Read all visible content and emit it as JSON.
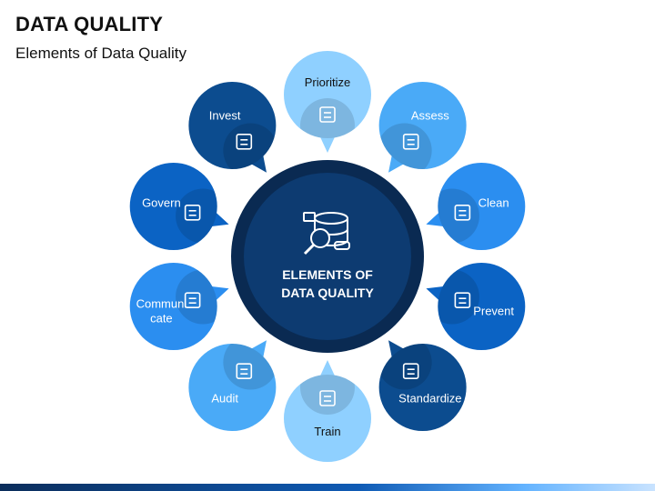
{
  "header": {
    "title": "DATA QUALITY",
    "subtitle": "Elements of Data Quality"
  },
  "center": {
    "line1": "ELEMENTS OF",
    "line2": "DATA QUALITY",
    "icon": "database-search-icon"
  },
  "nodes": [
    {
      "lines": [
        "Prioritize"
      ],
      "icon": "flowchart-icon",
      "color": "#8fd0ff",
      "text_color": "#111111"
    },
    {
      "lines": [
        "Assess"
      ],
      "icon": "checklist-icon",
      "color": "#4aaaf7",
      "text_color": "#ffffff"
    },
    {
      "lines": [
        "Clean"
      ],
      "icon": "monitor-icon",
      "color": "#2b8ef0",
      "text_color": "#ffffff"
    },
    {
      "lines": [
        "Prevent"
      ],
      "icon": "shield-icon",
      "color": "#0b63c4",
      "text_color": "#ffffff"
    },
    {
      "lines": [
        "Standardize"
      ],
      "icon": "document-check-icon",
      "color": "#0c4c8f",
      "text_color": "#ffffff"
    },
    {
      "lines": [
        "Train"
      ],
      "icon": "train-icon",
      "color": "#8fd0ff",
      "text_color": "#111111"
    },
    {
      "lines": [
        "Audit"
      ],
      "icon": "report-magnifier-icon",
      "color": "#4aaaf7",
      "text_color": "#ffffff"
    },
    {
      "lines": [
        "Communi",
        "cate"
      ],
      "icon": "people-chat-icon",
      "color": "#2b8ef0",
      "text_color": "#ffffff"
    },
    {
      "lines": [
        "Govern"
      ],
      "icon": "government-building-icon",
      "color": "#0b63c4",
      "text_color": "#ffffff"
    },
    {
      "lines": [
        "Invest"
      ],
      "icon": "chart-money-icon",
      "color": "#0c4c8f",
      "text_color": "#ffffff"
    }
  ]
}
